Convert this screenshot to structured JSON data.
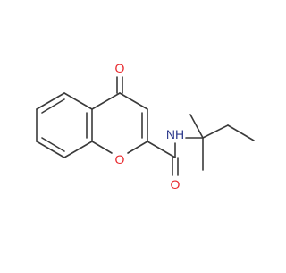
{
  "molecule": {
    "atoms": {
      "ketone_oxygen": "O",
      "ring_oxygen": "O",
      "amide_oxygen": "O",
      "amide_nitrogen": "NH"
    },
    "colors": {
      "oxygen": "#e8262b",
      "nitrogen": "#2d3a8c",
      "bond": "#3a3a3a",
      "background": "#ffffff"
    }
  }
}
